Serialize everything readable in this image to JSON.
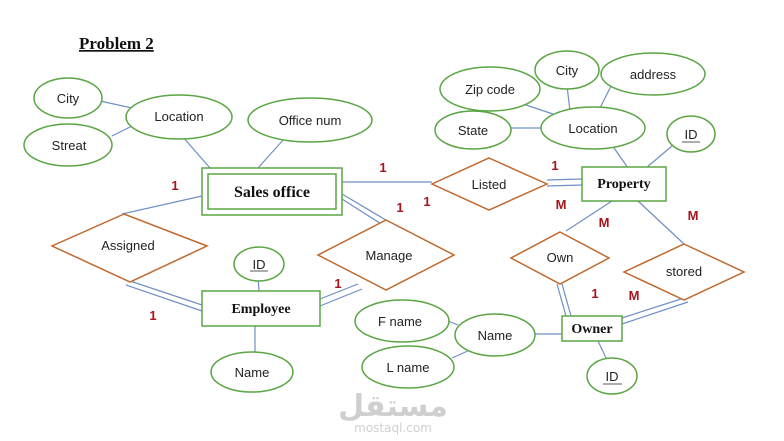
{
  "title": "Problem 2",
  "colors": {
    "line": "#6f8fc6",
    "entity": "#5aa544",
    "relation": "#c0672d",
    "cardinality": "#a8141c"
  },
  "entities": {
    "sales_office": "Sales office",
    "property": "Property",
    "employee": "Employee",
    "owner": "Owner"
  },
  "relationships": {
    "listed": "Listed",
    "assigned": "Assigned",
    "manage": "Manage",
    "own": "Own",
    "stored": "stored"
  },
  "attributes": {
    "city_left": "City",
    "location_left": "Location",
    "streat": "Streat",
    "office_num": "Office num",
    "zip_code": "Zip code",
    "city_right": "City",
    "address": "address",
    "state": "State",
    "location_right": "Location",
    "property_id": "ID",
    "employee_id": "ID",
    "employee_name": "Name",
    "f_name": "F name",
    "owner_name": "Name",
    "l_name": "L name",
    "owner_id": "ID"
  },
  "cardinalities": {
    "c1": "1",
    "c2": "1",
    "c3": "1",
    "c4": "1",
    "c5": "1",
    "c6": "1",
    "c7": "1",
    "c8": "M",
    "c9": "M",
    "c10": "M",
    "c11": "M",
    "c12": "1"
  },
  "watermark": {
    "arabic": "مستقل",
    "latin": "mostaql.com"
  }
}
